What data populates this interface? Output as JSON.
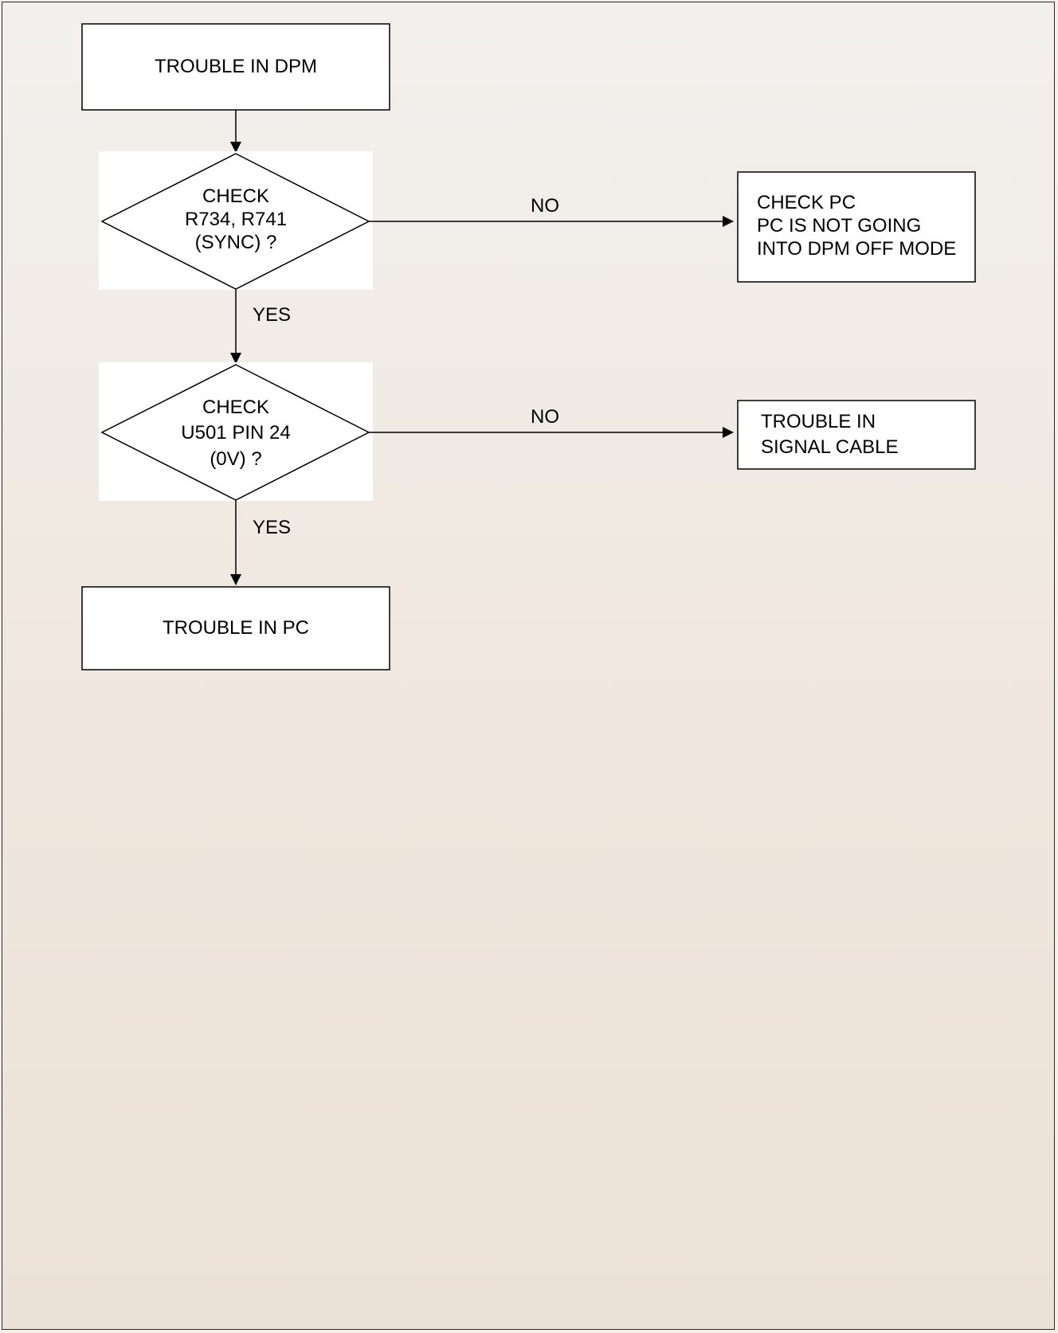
{
  "flowchart": {
    "start": {
      "label": "TROUBLE IN DPM"
    },
    "decision1": {
      "lines": [
        "CHECK",
        "R734, R741",
        "(SYNC) ?"
      ]
    },
    "decision1_no_result": {
      "lines": [
        "CHECK PC",
        "PC IS NOT GOING",
        "INTO DPM OFF MODE"
      ]
    },
    "decision2": {
      "lines": [
        "CHECK",
        "U501 PIN 24",
        "(0V) ?"
      ]
    },
    "decision2_no_result": {
      "lines": [
        "TROUBLE IN",
        "SIGNAL CABLE"
      ]
    },
    "end": {
      "label": "TROUBLE IN PC"
    },
    "edge_labels": {
      "d1_no": "NO",
      "d1_yes": "YES",
      "d2_no": "NO",
      "d2_yes": "YES"
    }
  },
  "colors": {
    "line": "#000000",
    "box_fill": "#ffffff",
    "background": "#f2efeb"
  }
}
